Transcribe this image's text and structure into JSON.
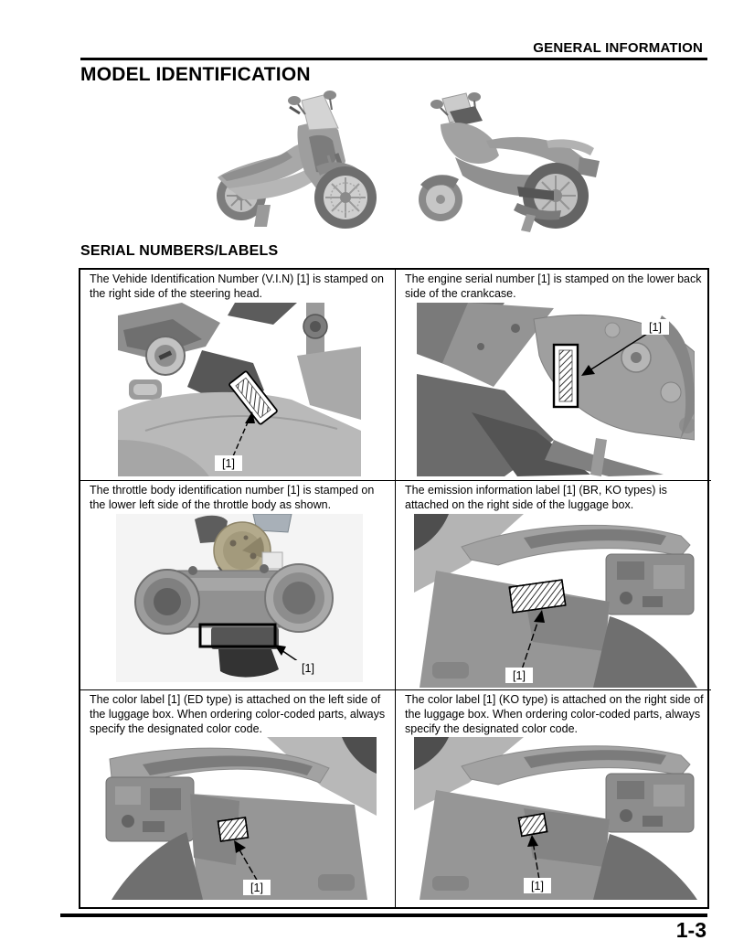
{
  "page": {
    "header": "GENERAL INFORMATION",
    "title": "MODEL IDENTIFICATION",
    "section": "SERIAL NUMBERS/LABELS",
    "page_number": "1-3"
  },
  "colors": {
    "ink": "#000000",
    "paper": "#ffffff",
    "illustration_light": "#b9b9b9",
    "illustration_mid": "#969696",
    "illustration_dark": "#575757",
    "photo_background": "#f4f4f4"
  },
  "figures": {
    "bike_left": "scooter-front-left-three-quarter-view",
    "bike_right": "scooter-rear-right-three-quarter-view"
  },
  "cells": [
    {
      "caption": "The Vehide Identification Number (V.I.N) [1] is stamped on the right side of the steering head.",
      "callout": "[1]"
    },
    {
      "caption": "The engine serial number [1] is stamped on the lower back side of the crankcase.",
      "callout": "[1]"
    },
    {
      "caption": "The throttle body identification number [1] is stamped on the lower left side of the throttle body as shown.",
      "callout": "[1]"
    },
    {
      "caption": "The emission information label [1] (BR, KO types) is attached on the right side of the luggage box.",
      "callout": "[1]"
    },
    {
      "caption": "The color label [1] (ED type) is attached on the left side of the luggage box. When ordering color-coded parts, always specify the designated color code.",
      "callout": "[1]"
    },
    {
      "caption": "The color label [1] (KO type) is attached on the right side of the luggage box. When ordering color-coded parts, always specify the designated color code.",
      "callout": "[1]"
    }
  ]
}
